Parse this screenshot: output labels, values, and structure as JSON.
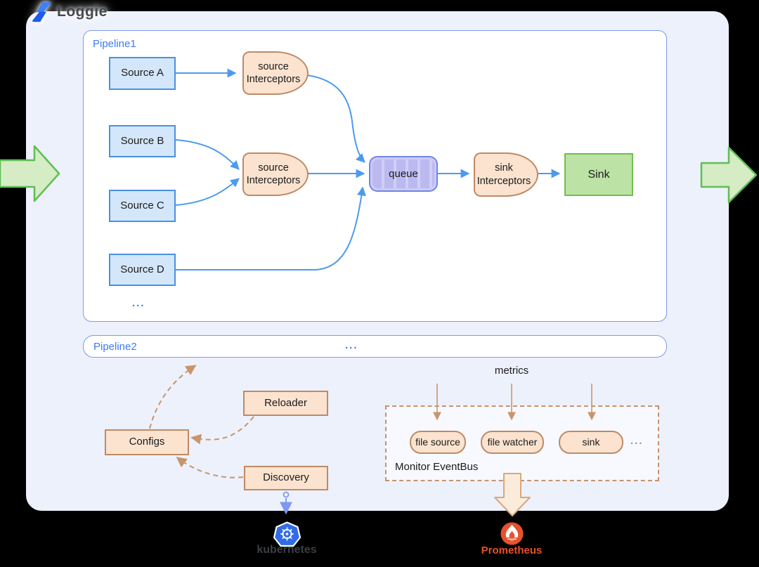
{
  "logo": {
    "text": "Loggie"
  },
  "pipeline1": {
    "label": "Pipeline1",
    "sources": [
      "Source A",
      "Source B",
      "Source C",
      "Source D"
    ],
    "sources_ellipsis": "...",
    "source_interceptors_1": "source Interceptors",
    "source_interceptors_2": "source Interceptors",
    "queue_label": "queue",
    "sink_interceptors": "sink Interceptors",
    "sink_label": "Sink"
  },
  "pipeline2": {
    "label": "Pipeline2",
    "ellipsis": "..."
  },
  "control_plane": {
    "reloader": "Reloader",
    "configs": "Configs",
    "discovery": "Discovery"
  },
  "monitoring": {
    "metrics_label": "metrics",
    "eventbus_label": "Monitor EventBus",
    "pills": [
      "file source",
      "file watcher",
      "sink"
    ],
    "ellipsis": "..."
  },
  "footer": {
    "kubernetes": "kubernetes",
    "prometheus": "Prometheus"
  },
  "colors": {
    "canvas_bg": "#EDF1FC",
    "panel_border": "#7E99EA",
    "pipeline_label": "#3D7BF5",
    "flow_arrow_blue": "#4C9AF0",
    "source_fill": "#D4E7FA",
    "source_border": "#4A90E2",
    "interceptor_fill": "#FBE3CF",
    "interceptor_border": "#BE8A66",
    "queue_fill": "#CDCBF4",
    "queue_border": "#6E87E8",
    "sink_fill": "#BCE2A6",
    "sink_border": "#6FBF4A",
    "dashed_tan": "#C8956C",
    "green_arrow_fill": "#D5ECC4",
    "green_arrow_border": "#5FBE53",
    "block_arrow_fill": "#FBEBDA",
    "block_arrow_border": "#D8A87F",
    "kubernetes_blue": "#326CE5",
    "prometheus_orange": "#E6522C"
  }
}
